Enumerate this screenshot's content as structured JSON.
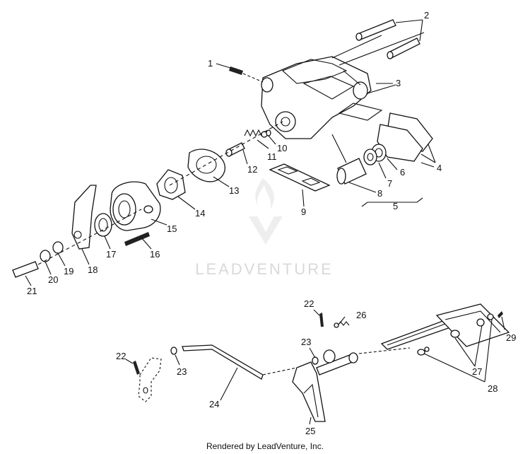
{
  "watermark": {
    "text": "LEADVENTURE"
  },
  "footer": {
    "text": "Rendered by LeadVenture, Inc."
  },
  "callouts": [
    "1",
    "2",
    "3",
    "4",
    "5",
    "6",
    "7",
    "8",
    "9",
    "10",
    "11",
    "12",
    "13",
    "14",
    "15",
    "16",
    "17",
    "18",
    "19",
    "20",
    "21",
    "22",
    "22",
    "23",
    "23",
    "24",
    "25",
    "26",
    "27",
    "28",
    "29"
  ],
  "colors": {
    "line": "#111111",
    "watermark": "#d9d9d9",
    "background": "#ffffff"
  }
}
